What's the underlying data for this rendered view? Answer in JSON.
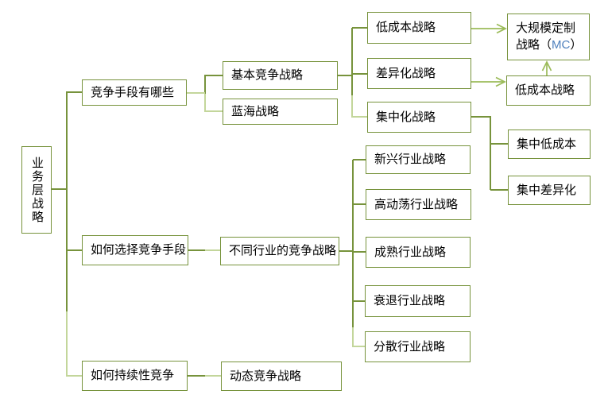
{
  "diagram": {
    "type": "mindmap-tree",
    "colors": {
      "node_border": "#77933C",
      "line_dark": "#77933C",
      "line_light": "#C3D69B",
      "arrow": "#9BBB59",
      "text": "#000000",
      "highlight_text": "#4F81BD",
      "background": "#FFFFFF"
    },
    "nodes": {
      "root": {
        "label": "业务层战略"
      },
      "competition_means": {
        "label": "竞争手段有哪些"
      },
      "choose_means": {
        "label": "如何选择竞争手段"
      },
      "sustain_competition": {
        "label": "如何持续性竞争"
      },
      "basic_competitive": {
        "label": "基本竞争战略"
      },
      "blue_ocean": {
        "label": "蓝海战略"
      },
      "industry_strategies": {
        "label": "不同行业的竞争战略"
      },
      "dynamic_competition": {
        "label": "动态竞争战略"
      },
      "low_cost": {
        "label": "低成本战略"
      },
      "differentiation": {
        "label": "差异化战略"
      },
      "focus": {
        "label": "集中化战略"
      },
      "emerging_industry": {
        "label": "新兴行业战略"
      },
      "turbulent_industry": {
        "label": "高动荡行业战略"
      },
      "mature_industry": {
        "label": "成熟行业战略"
      },
      "declining_industry": {
        "label": "衰退行业战略"
      },
      "fragmented_industry": {
        "label": "分散行业战略"
      },
      "mass_customization": {
        "prefix": "大规模定制战略（",
        "highlight": "MC",
        "suffix": "）"
      },
      "low_cost_2": {
        "label": "低成本战略"
      },
      "focus_low_cost": {
        "label": "集中低成本"
      },
      "focus_differentiation": {
        "label": "集中差异化"
      }
    }
  }
}
